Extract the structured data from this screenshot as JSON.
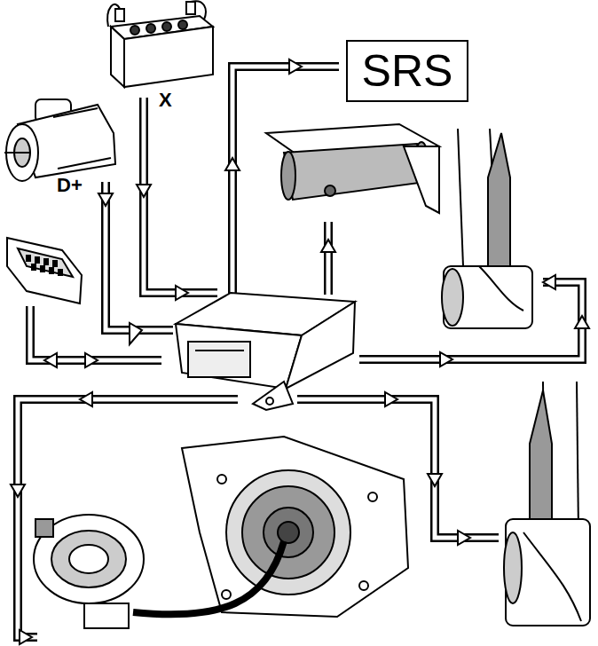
{
  "diagram": {
    "nodes": [
      {
        "text": [
          "SRS"
        ]
      }
    ],
    "labels": [
      "X",
      "D+"
    ]
  }
}
